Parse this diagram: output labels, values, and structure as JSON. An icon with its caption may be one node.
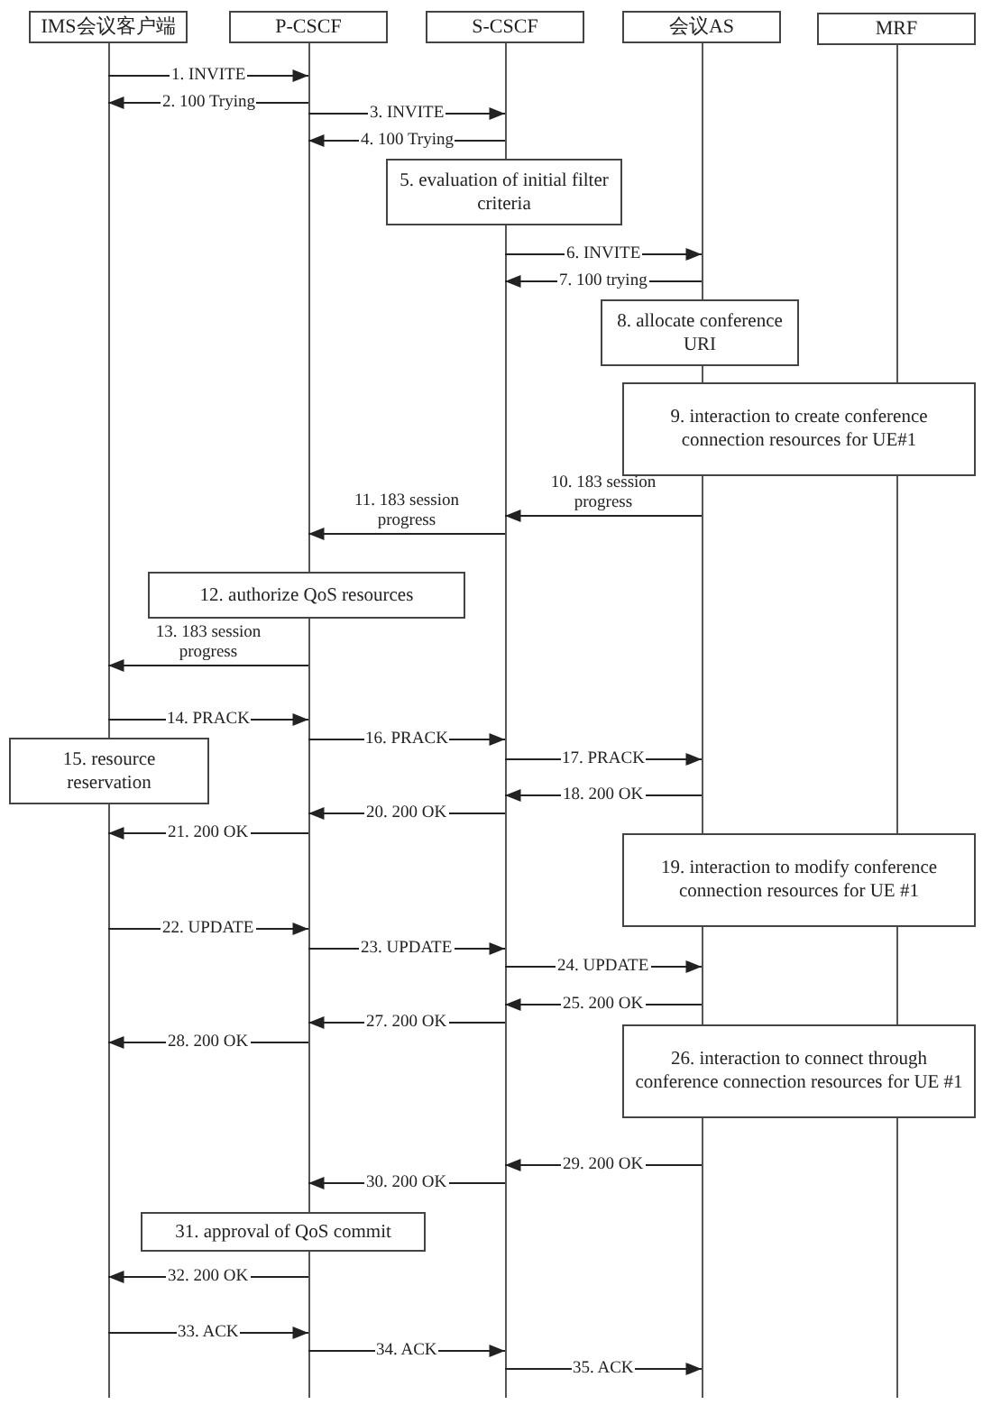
{
  "diagram": {
    "nodes": [
      {
        "text": [
          "IMS会议客户端"
        ]
      },
      {
        "text": [
          "P-CSCF"
        ]
      },
      {
        "text": [
          "S-CSCF"
        ]
      },
      {
        "text": [
          "会议AS"
        ]
      },
      {
        "text": [
          "MRF"
        ]
      },
      {
        "text": [
          "5. evaluation of initial filter criteria"
        ]
      },
      {
        "text": [
          "8. allocate conference URI"
        ]
      },
      {
        "text": [
          "9. interaction to create conference connection resources for UE#1"
        ]
      },
      {
        "text": [
          "12. authorize QoS resources"
        ]
      },
      {
        "text": [
          "15. resource reservation"
        ]
      },
      {
        "text": [
          "19. interaction to modify conference connection resources for UE #1"
        ]
      },
      {
        "text": [
          "26. interaction to connect through conference connection resources for UE #1"
        ]
      },
      {
        "text": [
          "31. approval of QoS commit"
        ]
      }
    ],
    "edges": [
      {
        "from": 0,
        "to": 1,
        "arrow": "to",
        "label": "1. INVITE"
      },
      {
        "from": 1,
        "to": 0,
        "arrow": "to",
        "label": "2. 100 Trying"
      },
      {
        "from": 1,
        "to": 2,
        "arrow": "to",
        "label": "3. INVITE"
      },
      {
        "from": 2,
        "to": 1,
        "arrow": "to",
        "label": "4. 100 Trying"
      },
      {
        "from": 2,
        "to": 3,
        "arrow": "to",
        "label": "6. INVITE"
      },
      {
        "from": 3,
        "to": 2,
        "arrow": "to",
        "label": "7. 100 trying"
      },
      {
        "from": 3,
        "to": 2,
        "arrow": "to",
        "label": "10. 183 session progress"
      },
      {
        "from": 2,
        "to": 1,
        "arrow": "to",
        "label": "11. 183 session progress"
      },
      {
        "from": 1,
        "to": 0,
        "arrow": "to",
        "label": "13. 183 session progress"
      },
      {
        "from": 0,
        "to": 1,
        "arrow": "to",
        "label": "14. PRACK"
      },
      {
        "from": 1,
        "to": 2,
        "arrow": "to",
        "label": "16. PRACK"
      },
      {
        "from": 2,
        "to": 3,
        "arrow": "to",
        "label": "17. PRACK"
      },
      {
        "from": 3,
        "to": 2,
        "arrow": "to",
        "label": "18. 200 OK"
      },
      {
        "from": 2,
        "to": 1,
        "arrow": "to",
        "label": "20. 200 OK"
      },
      {
        "from": 1,
        "to": 0,
        "arrow": "to",
        "label": "21. 200 OK"
      },
      {
        "from": 0,
        "to": 1,
        "arrow": "to",
        "label": "22. UPDATE"
      },
      {
        "from": 1,
        "to": 2,
        "arrow": "to",
        "label": "23. UPDATE"
      },
      {
        "from": 2,
        "to": 3,
        "arrow": "to",
        "label": "24. UPDATE"
      },
      {
        "from": 3,
        "to": 2,
        "arrow": "to",
        "label": "25. 200 OK"
      },
      {
        "from": 2,
        "to": 1,
        "arrow": "to",
        "label": "27. 200 OK"
      },
      {
        "from": 1,
        "to": 0,
        "arrow": "to",
        "label": "28. 200 OK"
      },
      {
        "from": 3,
        "to": 2,
        "arrow": "to",
        "label": "29. 200 OK"
      },
      {
        "from": 2,
        "to": 1,
        "arrow": "to",
        "label": "30. 200 OK"
      },
      {
        "from": 1,
        "to": 0,
        "arrow": "to",
        "label": "32. 200 OK"
      },
      {
        "from": 0,
        "to": 1,
        "arrow": "to",
        "label": "33. ACK"
      },
      {
        "from": 1,
        "to": 2,
        "arrow": "to",
        "label": "34. ACK"
      },
      {
        "from": 2,
        "to": 3,
        "arrow": "to",
        "label": "35. ACK"
      }
    ]
  }
}
